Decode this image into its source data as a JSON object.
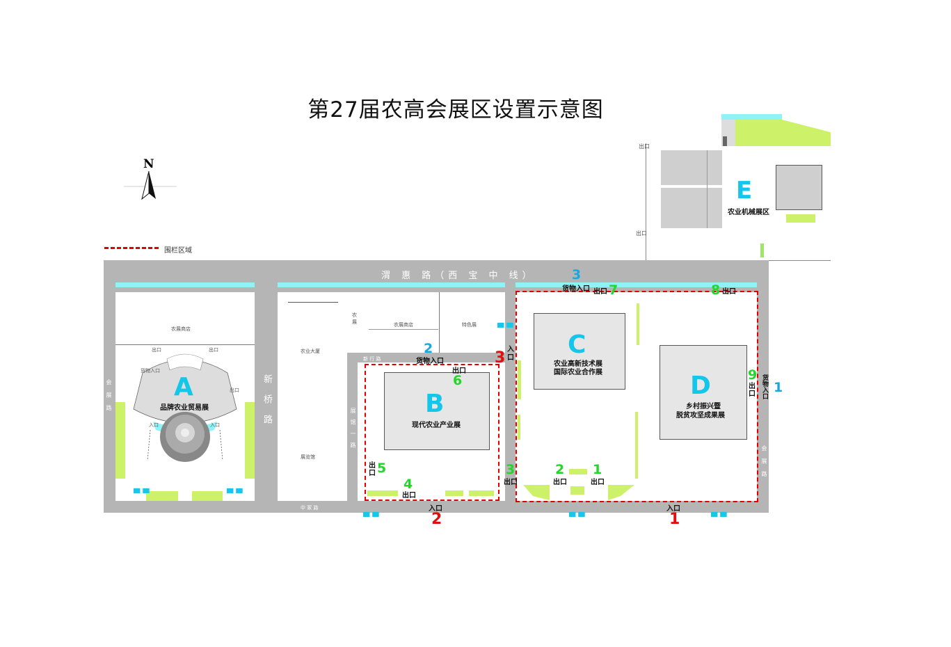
{
  "title": "第27届农高会展区设置示意图",
  "compass": {
    "label": "N"
  },
  "legend": {
    "label": "围栏区域",
    "color": "#e00000"
  },
  "roads": {
    "north": "渭 惠 路（西 宝 中 线）",
    "xinqiao": "新 桥 路",
    "west": "会 展 路",
    "east": "会 展 路",
    "south_b": "中 冢 路",
    "b_west": "展 馆 一 路",
    "b_north": "新 行 路"
  },
  "zones": {
    "A": {
      "letter": "A",
      "name": "品牌农业贸易展",
      "top_label": "农展商店"
    },
    "B": {
      "letter": "B",
      "name": "现代农业产业展"
    },
    "C": {
      "letter": "C",
      "name1": "农业高新技术展",
      "name2": "国际农业合作展"
    },
    "D": {
      "letter": "D",
      "name1": "乡村振兴暨",
      "name2": "脱贫攻坚成果展"
    },
    "E": {
      "letter": "E",
      "name": "农业机械展区"
    }
  },
  "labels": {
    "entrance": "入口",
    "exit": "出口",
    "cargo": "货物入口",
    "entrance_v": "入\n口",
    "exit_v": "出\n口",
    "cargo_v": "货\n物\n入\n口"
  },
  "numbers": {
    "entrances": [
      "1",
      "2",
      "3"
    ],
    "exits": [
      "1",
      "2",
      "3",
      "4",
      "5",
      "6",
      "7",
      "8",
      "9"
    ],
    "cargo": [
      "1",
      "2",
      "3"
    ]
  },
  "toilet_glyph": "▀▀"
}
